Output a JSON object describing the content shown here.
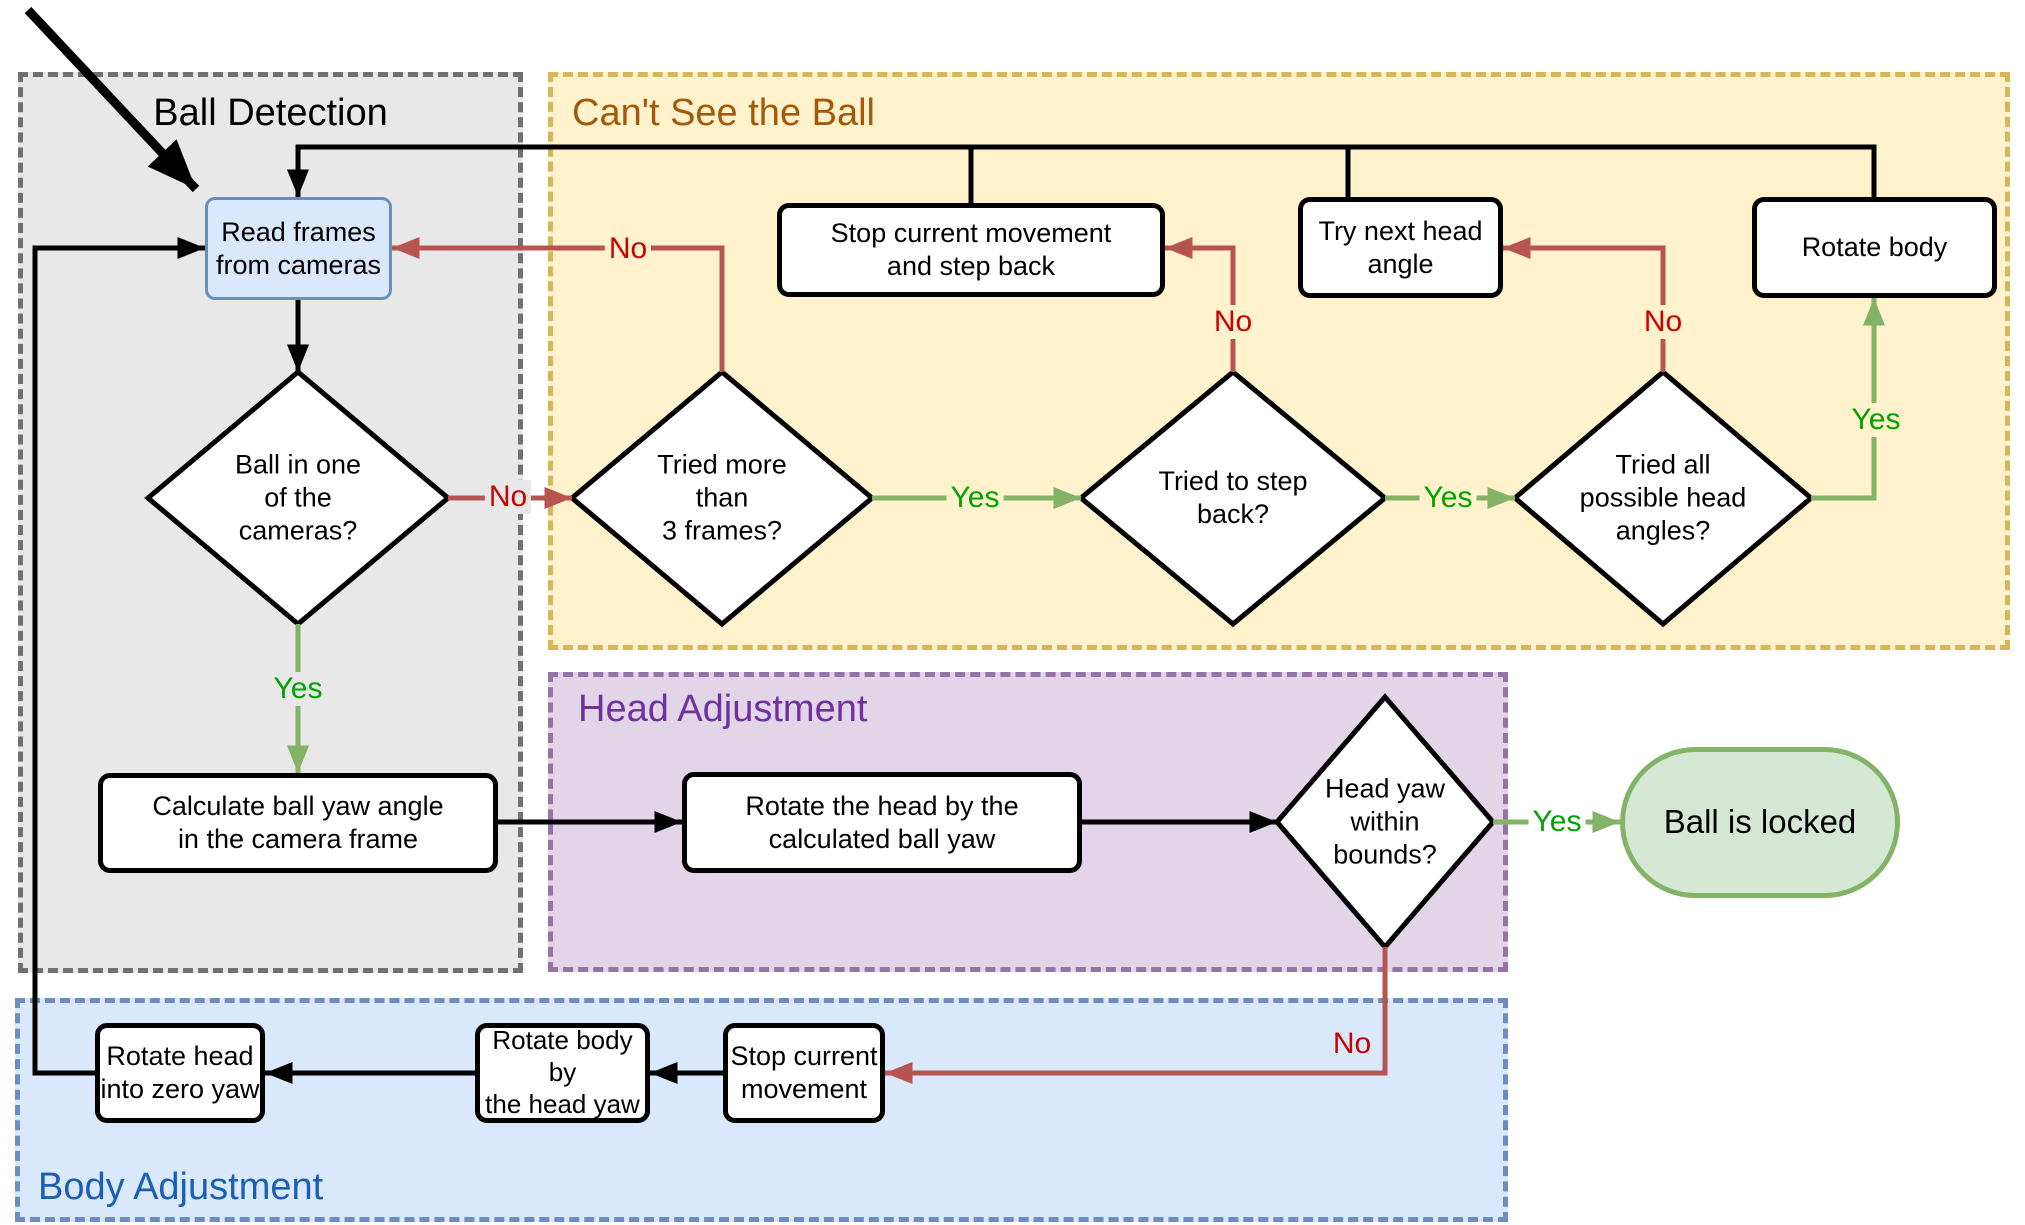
{
  "regions": {
    "ball_detection": {
      "title": "Ball Detection"
    },
    "cant_see_ball": {
      "title": "Can't See the Ball"
    },
    "head_adjustment": {
      "title": "Head Adjustment"
    },
    "body_adjustment": {
      "title": "Body Adjustment"
    }
  },
  "nodes": {
    "read_frames": "Read frames\nfrom cameras",
    "ball_in_cameras": "Ball in one\nof the\ncameras?",
    "tried_3_frames": "Tried more\nthan\n3 frames?",
    "tried_step_back": "Tried to step\nback?",
    "tried_all_angles": "Tried all\npossible head\nangles?",
    "stop_and_step_back": "Stop current movement\nand step back",
    "try_next_head_angle": "Try next head\nangle",
    "rotate_body": "Rotate body",
    "calc_ball_yaw": "Calculate ball yaw angle\nin the camera frame",
    "rotate_head_by_yaw": "Rotate the head by the\ncalculated ball yaw",
    "head_yaw_bounds": "Head yaw\nwithin\nbounds?",
    "ball_locked": "Ball is locked",
    "stop_current_movement": "Stop current\nmovement",
    "rotate_body_by_head_yaw": "Rotate body by\nthe head yaw",
    "rotate_head_zero_yaw": "Rotate head\ninto zero yaw"
  },
  "edge_labels": {
    "no_ball_in_cameras": "No",
    "yes_ball_in_cameras": "Yes",
    "no_tried_3_frames": "No",
    "yes_tried_3_frames": "Yes",
    "no_tried_step_back": "No",
    "yes_tried_step_back": "Yes",
    "no_tried_all_angles": "No",
    "yes_tried_all_angles": "Yes",
    "yes_head_yaw_bounds": "Yes",
    "no_head_yaw_bounds": "No"
  },
  "colors": {
    "black_edge": "#000000",
    "red_edge": "#b85450",
    "green_edge": "#82b366",
    "no_label_text": "#cc0000",
    "yes_label_text": "#00a300",
    "gray_region_fill": "#e8e8e8",
    "gray_region_border": "#707070",
    "yellow_region_fill": "#fff2cc",
    "yellow_region_border": "#d6b656",
    "purple_region_fill": "#e1d5e7",
    "purple_region_border": "#9673a6",
    "blue_region_fill": "#dae8fc",
    "blue_region_border": "#6c8ebf",
    "blue_node_fill": "#dae8fc",
    "blue_node_border": "#6c8ebf",
    "green_node_fill": "#d5e8d4",
    "green_node_border": "#82b366",
    "cant_see_title": "#a4580a",
    "head_adjustment_title": "#7030a0",
    "body_adjustment_title": "#1a5fb4"
  }
}
